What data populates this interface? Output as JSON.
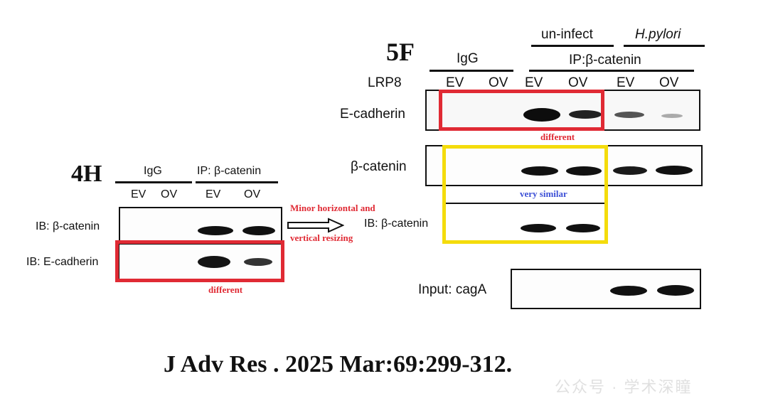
{
  "panel_4h": {
    "title": "4H",
    "group_igg": "IgG",
    "group_ip": "IP: β-catenin",
    "lanes": [
      "EV",
      "OV",
      "EV",
      "OV"
    ],
    "row1_label": "IB: β-catenin",
    "row2_label": "IB: E-cadherin",
    "note_different": "different"
  },
  "arrow_note": {
    "line1": "Minor horizontal and",
    "line2": "vertical resizing"
  },
  "panel_5f": {
    "title": "5F",
    "group_uninfect": "un-infect",
    "group_hpylori": "H.pylori",
    "group_igg": "IgG",
    "group_ip": "IP:β-catenin",
    "lrp8_label": "LRP8",
    "lanes": [
      "EV",
      "OV",
      "EV",
      "OV",
      "EV",
      "OV"
    ],
    "row1_label": "E-cadherin",
    "row2_label": "β-catenin",
    "row3_label": "IB: β-catenin",
    "row4_label": "Input: cagA",
    "note_different": "different",
    "note_similar": "very similar"
  },
  "citation": "J Adv Res . 2025 Mar:69:299-312.",
  "watermark": "公众号 · 学术深瞳",
  "colors": {
    "highlight_red": "#e02a34",
    "highlight_yellow": "#f4dc0c",
    "note_blue": "#3c4fd6"
  }
}
